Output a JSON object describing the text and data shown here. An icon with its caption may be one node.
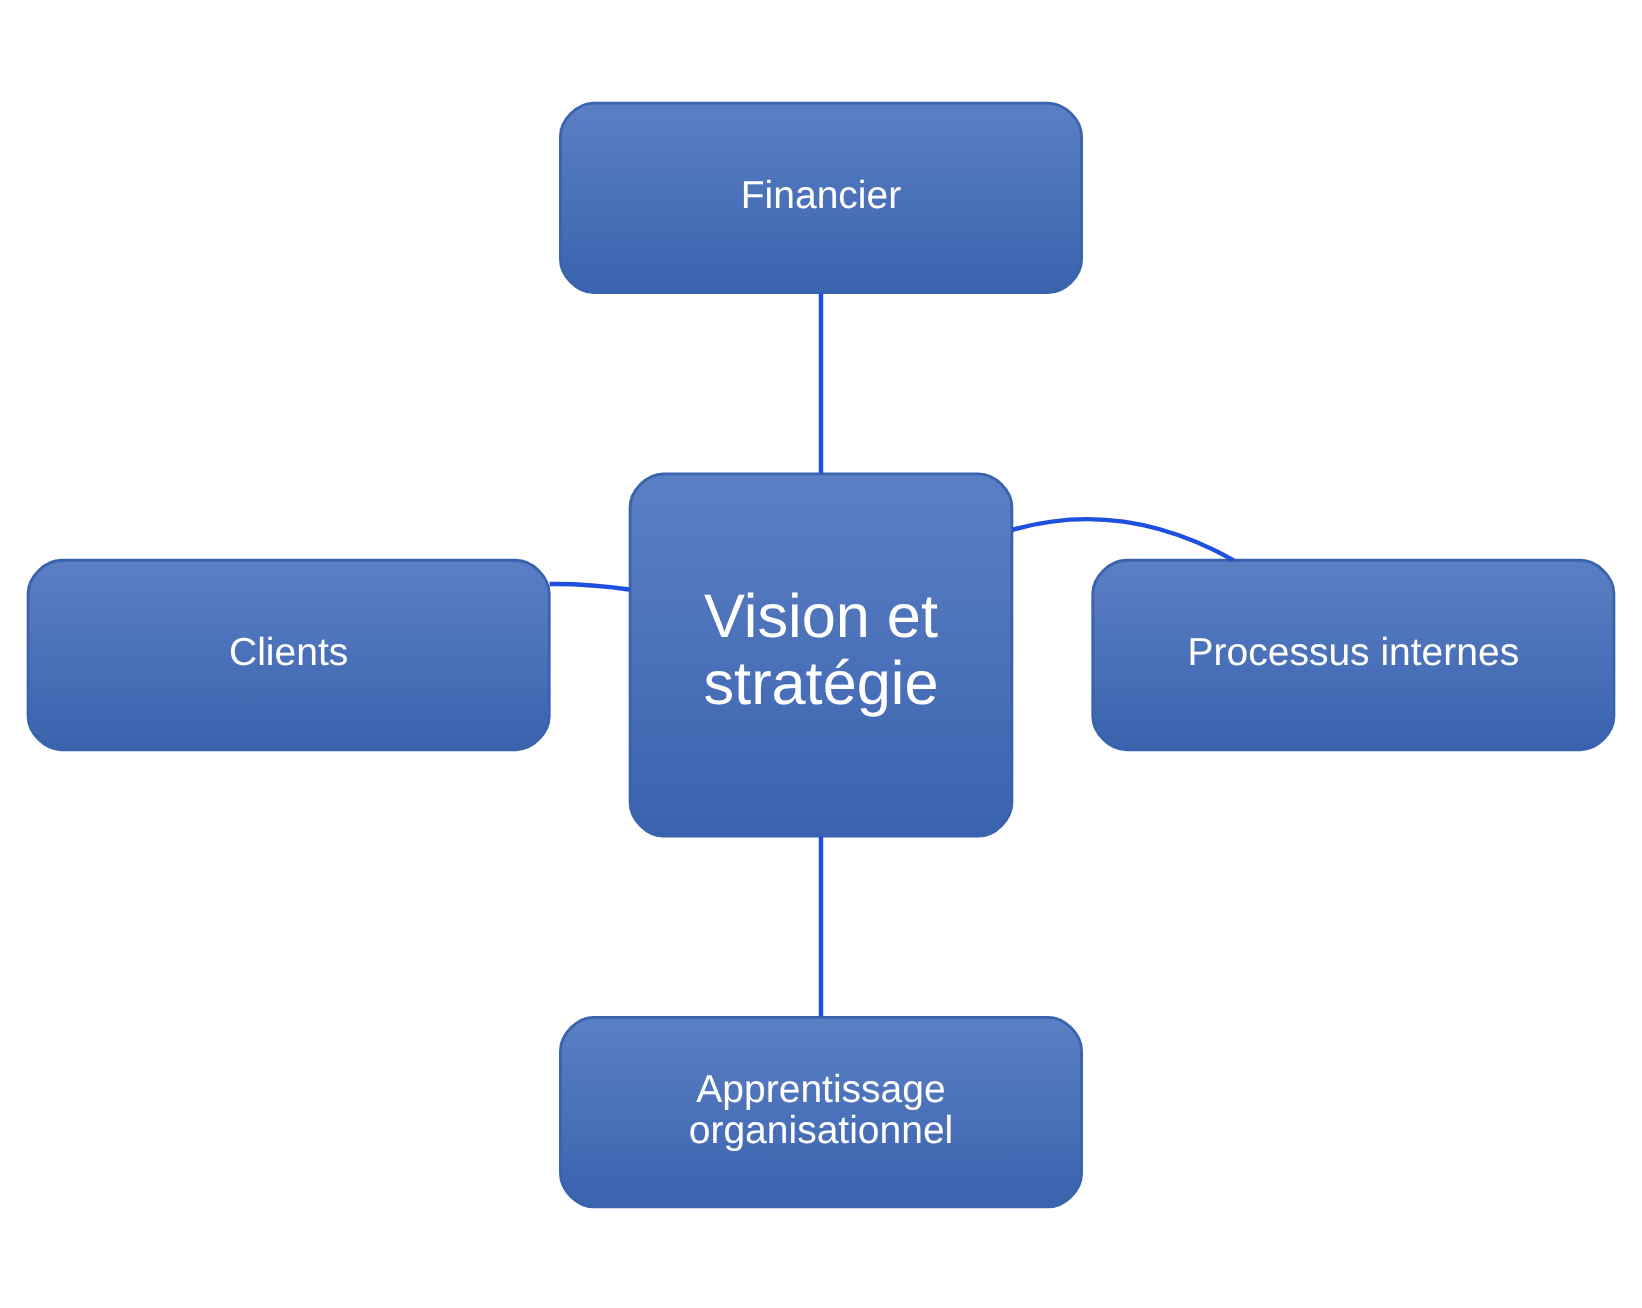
{
  "diagram": {
    "nodes": [
      {
        "text": [
          "Financier"
        ]
      },
      {
        "text": [
          "Clients"
        ]
      },
      {
        "text": [
          "Vision et stratégie"
        ]
      },
      {
        "text": [
          "Processus internes"
        ]
      },
      {
        "text": [
          "Apprentissage organisationnel"
        ]
      }
    ],
    "edges": [
      {
        "from": 2,
        "to": 0,
        "arrow": "none"
      },
      {
        "from": 2,
        "to": 1,
        "arrow": "none"
      },
      {
        "from": 2,
        "to": 3,
        "arrow": "none"
      },
      {
        "from": 2,
        "to": 4,
        "arrow": "none"
      }
    ]
  }
}
